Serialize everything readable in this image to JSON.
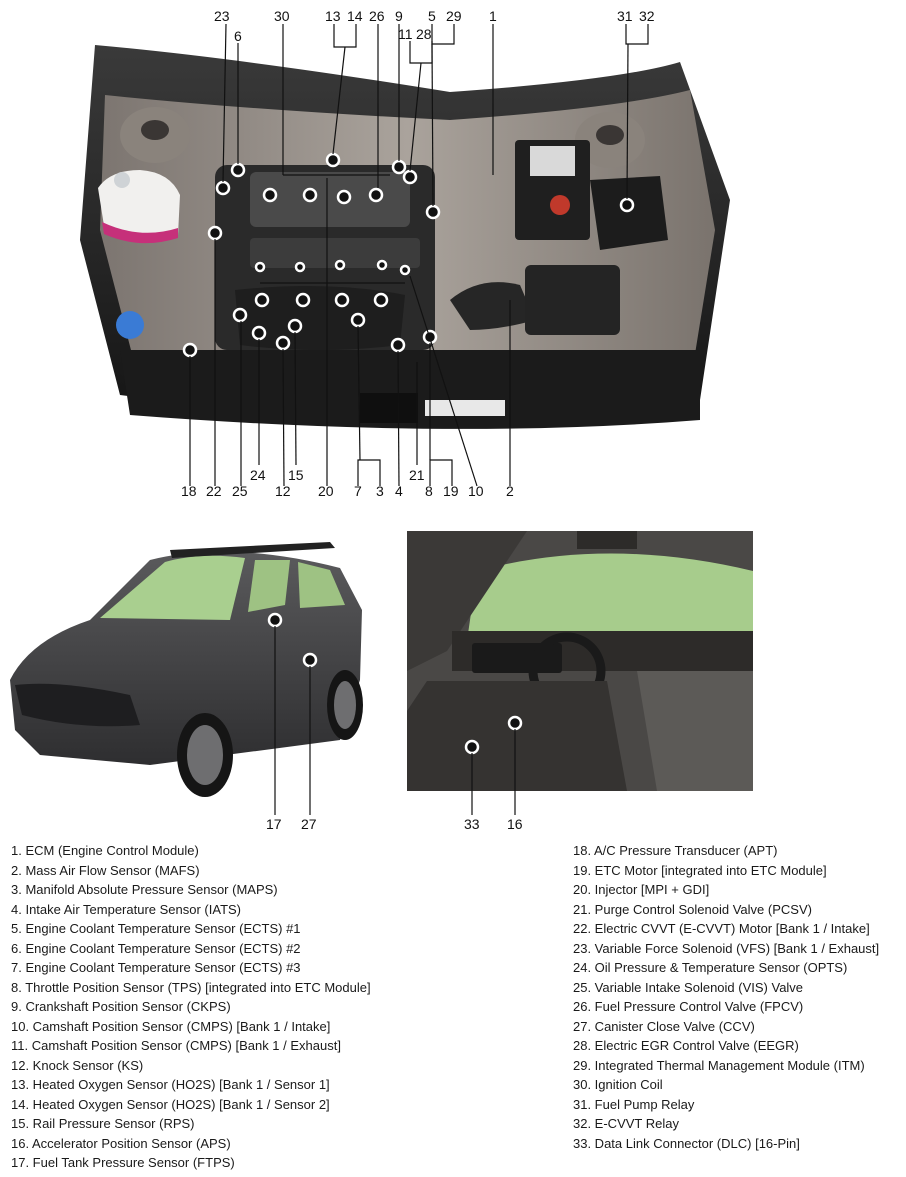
{
  "engine_callouts_top": [
    "23",
    "30",
    "13",
    "14",
    "26",
    "9",
    "5",
    "29",
    "1",
    "31",
    "32",
    "6",
    "11",
    "28"
  ],
  "engine_callouts_bottom": [
    "18",
    "22",
    "25",
    "24",
    "12",
    "15",
    "20",
    "7",
    "3",
    "4",
    "21",
    "8",
    "19",
    "10",
    "2"
  ],
  "exterior_callouts": [
    "17",
    "27"
  ],
  "interior_callouts": [
    "33",
    "16"
  ],
  "legend_left": [
    "1. ECM (Engine Control Module)",
    "2. Mass Air Flow Sensor (MAFS)",
    "3. Manifold Absolute Pressure Sensor (MAPS)",
    "4. Intake Air Temperature Sensor (IATS)",
    "5. Engine Coolant Temperature Sensor (ECTS) #1",
    "6. Engine Coolant Temperature Sensor (ECTS) #2",
    "7. Engine Coolant Temperature Sensor (ECTS) #3",
    "8. Throttle Position Sensor (TPS) [integrated into ETC Module]",
    "9. Crankshaft Position Sensor (CKPS)",
    "10. Camshaft Position Sensor (CMPS) [Bank 1 / Intake]",
    "11. Camshaft Position Sensor (CMPS) [Bank 1 / Exhaust]",
    "12. Knock Sensor (KS)",
    "13. Heated Oxygen Sensor (HO2S) [Bank 1 / Sensor 1]",
    "14. Heated Oxygen Sensor (HO2S) [Bank 1 / Sensor 2]",
    "15. Rail Pressure Sensor (RPS)",
    "16. Accelerator Position Sensor (APS)",
    "17. Fuel Tank Pressure Sensor (FTPS)"
  ],
  "legend_right": [
    "18. A/C Pressure Transducer (APT)",
    "19. ETC Motor [integrated into ETC Module]",
    "20. Injector [MPI + GDI]",
    "21. Purge Control Solenoid Valve (PCSV)",
    "22. Electric CVVT (E-CVVT) Motor [Bank 1 / Intake]",
    "23. Variable Force Solenoid (VFS) [Bank 1 / Exhaust]",
    "24. Oil Pressure & Temperature Sensor (OPTS)",
    "25. Variable Intake Solenoid (VIS) Valve",
    "26. Fuel Pressure Control Valve (FPCV)",
    "27. Canister Close Valve (CCV)",
    "28. Electric EGR Control Valve (EEGR)",
    "29. Integrated Thermal Management Module (ITM)",
    "30. Ignition Coil",
    "31. Fuel Pump Relay",
    "32. E-CVVT Relay",
    "33. Data Link Connector (DLC) [16-Pin]"
  ]
}
